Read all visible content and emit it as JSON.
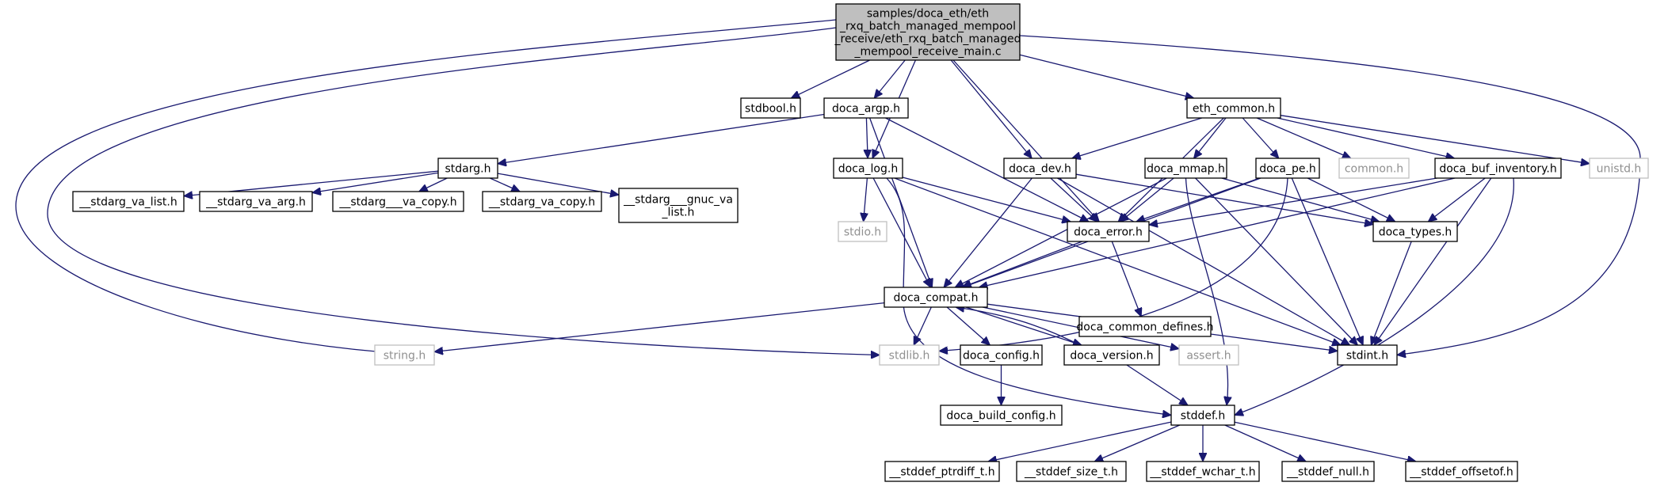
{
  "diagram": {
    "root": {
      "lines": [
        "samples/doca_eth/eth",
        "_rxq_batch_managed_mempool",
        "_receive/eth_rxq_batch_managed",
        "_mempool_receive_main.c"
      ]
    },
    "nodes": {
      "stdbool": {
        "lines": [
          "stdbool.h"
        ]
      },
      "doca_argp": {
        "lines": [
          "doca_argp.h"
        ]
      },
      "eth_common": {
        "lines": [
          "eth_common.h"
        ]
      },
      "stdarg": {
        "lines": [
          "stdarg.h"
        ]
      },
      "va_list": {
        "lines": [
          "__stdarg_va_list.h"
        ]
      },
      "va_arg": {
        "lines": [
          "__stdarg_va_arg.h"
        ]
      },
      "__va_copy": {
        "lines": [
          "__stdarg___va_copy.h"
        ]
      },
      "va_copy": {
        "lines": [
          "__stdarg_va_copy.h"
        ]
      },
      "gnuc_va": {
        "lines": [
          "__stdarg___gnuc_va",
          "_list.h"
        ]
      },
      "doca_log": {
        "lines": [
          "doca_log.h"
        ]
      },
      "doca_dev": {
        "lines": [
          "doca_dev.h"
        ]
      },
      "doca_mmap": {
        "lines": [
          "doca_mmap.h"
        ]
      },
      "doca_pe": {
        "lines": [
          "doca_pe.h"
        ]
      },
      "common": {
        "lines": [
          "common.h"
        ]
      },
      "doca_buf_inv": {
        "lines": [
          "doca_buf_inventory.h"
        ]
      },
      "unistd": {
        "lines": [
          "unistd.h"
        ]
      },
      "stdio": {
        "lines": [
          "stdio.h"
        ]
      },
      "doca_error": {
        "lines": [
          "doca_error.h"
        ]
      },
      "doca_types": {
        "lines": [
          "doca_types.h"
        ]
      },
      "doca_common_defines": {
        "lines": [
          "doca_common_defines.h"
        ]
      },
      "doca_compat": {
        "lines": [
          "doca_compat.h"
        ]
      },
      "string": {
        "lines": [
          "string.h"
        ]
      },
      "stdlib": {
        "lines": [
          "stdlib.h"
        ]
      },
      "doca_config": {
        "lines": [
          "doca_config.h"
        ]
      },
      "doca_version": {
        "lines": [
          "doca_version.h"
        ]
      },
      "assert": {
        "lines": [
          "assert.h"
        ]
      },
      "stdint": {
        "lines": [
          "stdint.h"
        ]
      },
      "doca_build_config": {
        "lines": [
          "doca_build_config.h"
        ]
      },
      "stddef": {
        "lines": [
          "stddef.h"
        ]
      },
      "ptrdiff": {
        "lines": [
          "__stddef_ptrdiff_t.h"
        ]
      },
      "size_t": {
        "lines": [
          "__stddef_size_t.h"
        ]
      },
      "wchar": {
        "lines": [
          "__stddef_wchar_t.h"
        ]
      },
      "null": {
        "lines": [
          "__stddef_null.h"
        ]
      },
      "offsetof": {
        "lines": [
          "__stddef_offsetof.h"
        ]
      }
    },
    "edges": [
      [
        "root",
        "stdbool"
      ],
      [
        "root",
        "doca_argp"
      ],
      [
        "root",
        "doca_log"
      ],
      [
        "root",
        "doca_error"
      ],
      [
        "root",
        "doca_dev"
      ],
      [
        "root",
        "eth_common"
      ],
      [
        "root",
        "string"
      ],
      [
        "root",
        "stdlib"
      ],
      [
        "root",
        "stdint"
      ],
      [
        "doca_argp",
        "stdarg"
      ],
      [
        "doca_argp",
        "doca_log"
      ],
      [
        "doca_argp",
        "doca_error"
      ],
      [
        "doca_argp",
        "doca_compat"
      ],
      [
        "stdarg",
        "va_list"
      ],
      [
        "stdarg",
        "va_arg"
      ],
      [
        "stdarg",
        "__va_copy"
      ],
      [
        "stdarg",
        "va_copy"
      ],
      [
        "stdarg",
        "gnuc_va"
      ],
      [
        "doca_log",
        "stdio"
      ],
      [
        "doca_log",
        "doca_error"
      ],
      [
        "doca_log",
        "doca_compat"
      ],
      [
        "doca_log",
        "stdint"
      ],
      [
        "doca_log",
        "stddef"
      ],
      [
        "eth_common",
        "doca_dev"
      ],
      [
        "eth_common",
        "doca_error"
      ],
      [
        "eth_common",
        "doca_mmap"
      ],
      [
        "eth_common",
        "doca_pe"
      ],
      [
        "eth_common",
        "common"
      ],
      [
        "eth_common",
        "doca_buf_inv"
      ],
      [
        "eth_common",
        "unistd"
      ],
      [
        "doca_dev",
        "doca_error"
      ],
      [
        "doca_dev",
        "doca_compat"
      ],
      [
        "doca_dev",
        "doca_types"
      ],
      [
        "doca_dev",
        "stdint"
      ],
      [
        "doca_mmap",
        "doca_error"
      ],
      [
        "doca_mmap",
        "doca_compat"
      ],
      [
        "doca_mmap",
        "doca_types"
      ],
      [
        "doca_mmap",
        "stdint"
      ],
      [
        "doca_mmap",
        "stddef"
      ],
      [
        "doca_pe",
        "doca_error"
      ],
      [
        "doca_pe",
        "doca_compat"
      ],
      [
        "doca_pe",
        "doca_types"
      ],
      [
        "doca_pe",
        "stdint"
      ],
      [
        "doca_pe",
        "stdlib"
      ],
      [
        "doca_buf_inv",
        "doca_error"
      ],
      [
        "doca_buf_inv",
        "doca_types"
      ],
      [
        "doca_buf_inv",
        "doca_compat"
      ],
      [
        "doca_buf_inv",
        "stdint"
      ],
      [
        "doca_buf_inv",
        "stddef"
      ],
      [
        "doca_error",
        "doca_compat"
      ],
      [
        "doca_error",
        "doca_common_defines"
      ],
      [
        "doca_types",
        "stdint"
      ],
      [
        "doca_compat",
        "string"
      ],
      [
        "doca_compat",
        "stdlib"
      ],
      [
        "doca_compat",
        "doca_config"
      ],
      [
        "doca_compat",
        "doca_version"
      ],
      [
        "doca_compat",
        "assert"
      ],
      [
        "doca_compat",
        "stdint"
      ],
      [
        "doca_version",
        "doca_compat"
      ],
      [
        "doca_version",
        "stddef"
      ],
      [
        "doca_config",
        "doca_build_config"
      ],
      [
        "stddef",
        "ptrdiff"
      ],
      [
        "stddef",
        "size_t"
      ],
      [
        "stddef",
        "wchar"
      ],
      [
        "stddef",
        "null"
      ],
      [
        "stddef",
        "offsetof"
      ]
    ]
  }
}
